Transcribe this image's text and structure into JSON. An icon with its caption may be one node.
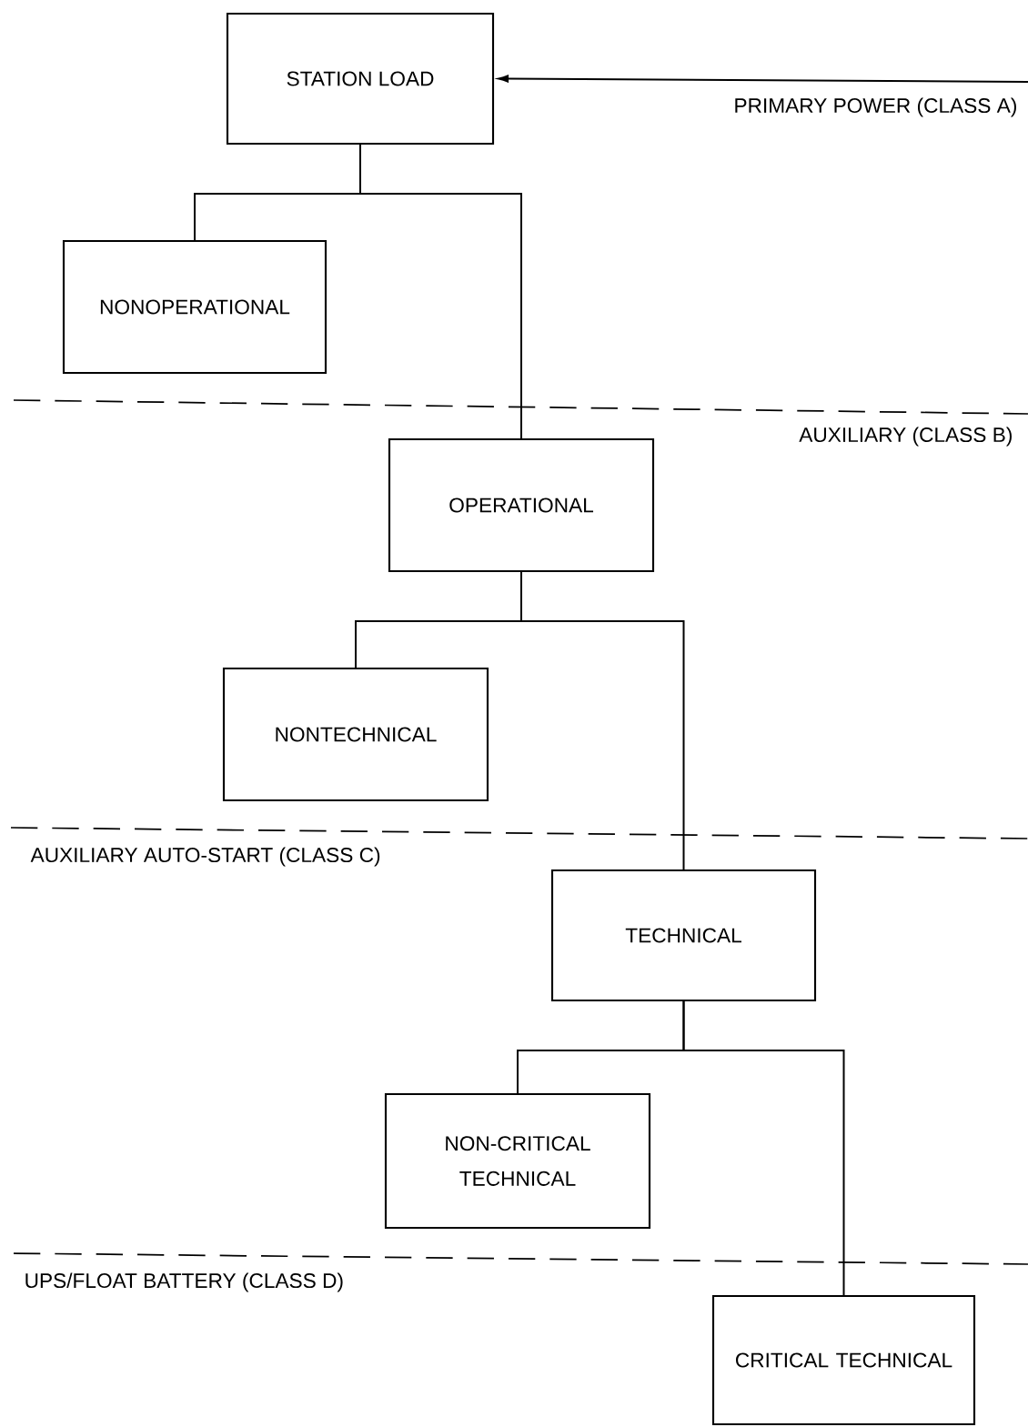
{
  "diagram": {
    "nodes": [
      {
        "text": [
          "STATION LOAD"
        ]
      },
      {
        "text": [
          "NONOPERATIONAL"
        ]
      },
      {
        "text": [
          "OPERATIONAL"
        ]
      },
      {
        "text": [
          "NONTECHNICAL"
        ]
      },
      {
        "text": [
          "TECHNICAL"
        ]
      },
      {
        "text": [
          "NON-CRITICAL TECHNICAL"
        ]
      },
      {
        "text": [
          "CRITICAL TECHNICAL"
        ]
      }
    ],
    "edges": [
      {
        "from": null,
        "to": 0,
        "arrow": "to"
      },
      {
        "from": 0,
        "to": 1,
        "arrow": "none"
      },
      {
        "from": 0,
        "to": 2,
        "arrow": "none"
      },
      {
        "from": 2,
        "to": 3,
        "arrow": "none"
      },
      {
        "from": 2,
        "to": 4,
        "arrow": "none"
      },
      {
        "from": 4,
        "to": 5,
        "arrow": "none"
      },
      {
        "from": 4,
        "to": 6,
        "arrow": "none"
      }
    ],
    "labels": [
      "PRIMARY POWER (CLASS A)",
      "AUXILIARY (CLASS B)",
      "AUXILIARY AUTO-START (CLASS C)",
      "UPS/FLOAT BATTERY (CLASS D)"
    ]
  }
}
